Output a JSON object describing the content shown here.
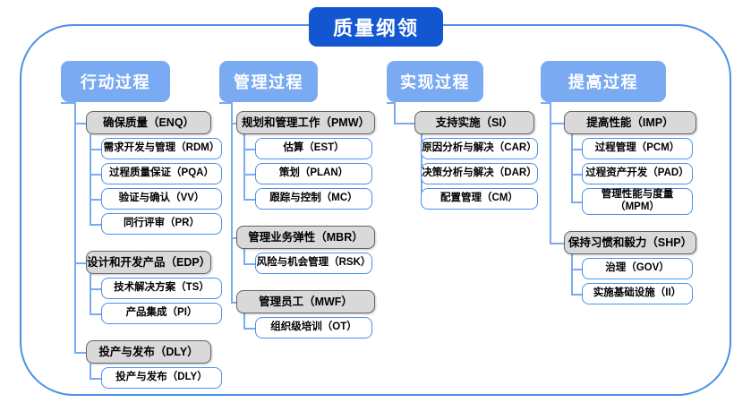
{
  "diagram": {
    "title": "质量纲领",
    "frame_color": "#4a90e8",
    "title_color": "#1257d1",
    "header_color": "#7aabf2",
    "group_color": "#d9d9d9",
    "child_border_color": "#4a90e8"
  },
  "columns": [
    {
      "header": "行动过程",
      "groups": [
        {
          "label": "确保质量（ENQ）",
          "children": [
            "需求开发与管理（RDM）",
            "过程质量保证（PQA）",
            "验证与确认（VV）",
            "同行评审（PR）"
          ]
        },
        {
          "label": "设计和开发产品（EDP）",
          "children": [
            "技术解决方案（TS）",
            "产品集成（PI）"
          ]
        },
        {
          "label": "投产与发布（DLY）",
          "children": [
            "投产与发布（DLY）"
          ]
        }
      ]
    },
    {
      "header": "管理过程",
      "groups": [
        {
          "label": "规划和管理工作（PMW）",
          "children": [
            "估算（EST）",
            "策划（PLAN）",
            "跟踪与控制（MC）"
          ]
        },
        {
          "label": "管理业务弹性（MBR）",
          "children": [
            "风险与机会管理（RSK）"
          ]
        },
        {
          "label": "管理员工（MWF）",
          "children": [
            "组织级培训（OT）"
          ]
        }
      ]
    },
    {
      "header": "实现过程",
      "groups": [
        {
          "label": "支持实施（SI）",
          "children": [
            "原因分析与解决（CAR）",
            "决策分析与解决（DAR）",
            "配置管理（CM）"
          ]
        }
      ]
    },
    {
      "header": "提高过程",
      "groups": [
        {
          "label": "提高性能（IMP）",
          "children": [
            "过程管理（PCM）",
            "过程资产开发（PAD）",
            "管理性能与度量\n（MPM）"
          ]
        },
        {
          "label": "保持习惯和毅力（SHP）",
          "children": [
            "治理（GOV）",
            "实施基础设施（II）"
          ]
        }
      ]
    }
  ]
}
